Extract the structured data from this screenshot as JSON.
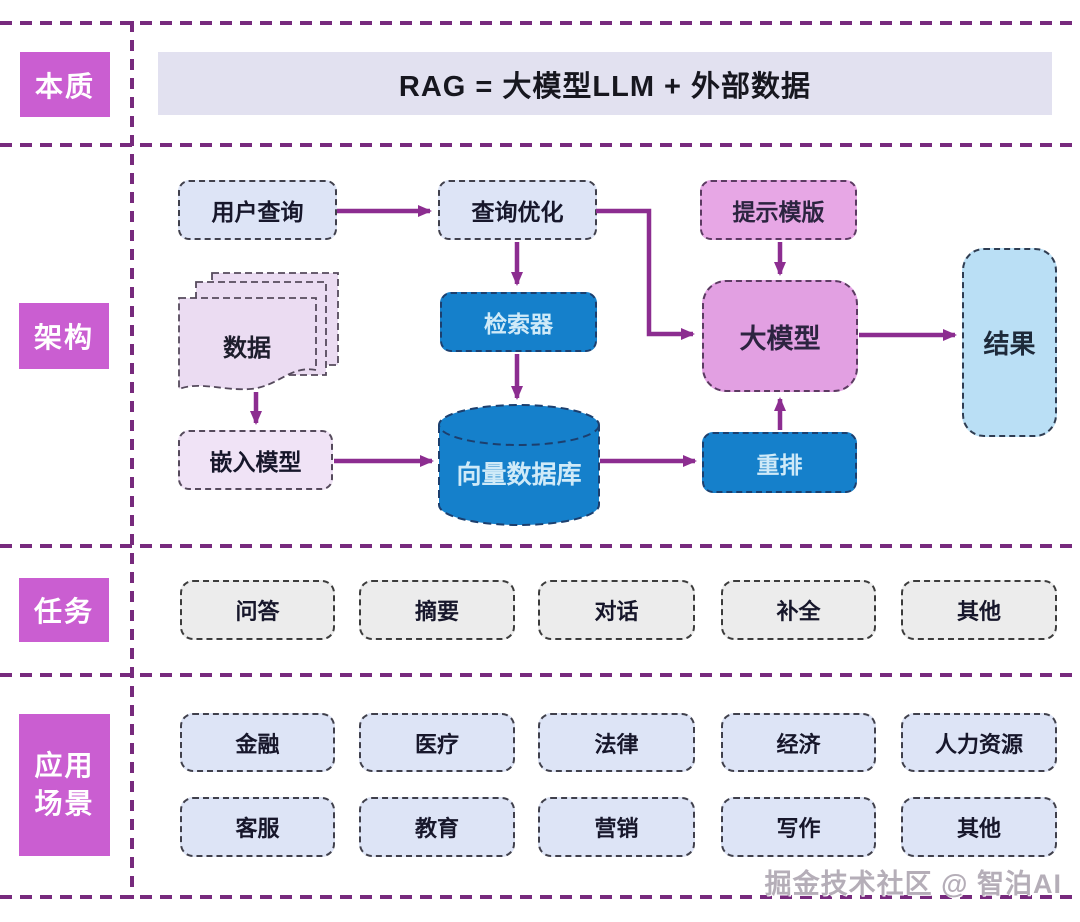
{
  "colors": {
    "dash": "#772a7d",
    "magenta": "#ca5ed1",
    "arrow": "#8c2d90",
    "banner_bg": "#e2e1f0",
    "lavender": "#dde4f6",
    "lavender_border": "#40404c",
    "blue": "#1580cb",
    "blue_border": "#1c3f6e",
    "blue_text": "#cfeaf8",
    "pink": "#e7a7e5",
    "pink_deep": "#e2a0e2",
    "pink_border": "#5c3a62",
    "doc_fill": "#ebdcf2",
    "embed_fill": "#f0e3f6",
    "result_fill": "#badff5",
    "result_border": "#2f3d52",
    "gray_fill": "#ececec",
    "gray_border": "#3c3c3c",
    "watermark": "#b5aeb8"
  },
  "sidebar": {
    "essence_label": "本质",
    "architecture_label": "架构",
    "tasks_label": "任务",
    "applications_label": "应用场景"
  },
  "banner": {
    "text": "RAG = 大模型LLM + 外部数据"
  },
  "flow": {
    "user_query": "用户查询",
    "query_optimization": "查询优化",
    "retriever": "检索器",
    "data": "数据",
    "embedding_model": "嵌入模型",
    "vector_database": "向量数据库",
    "rerank": "重排",
    "prompt_template": "提示模版",
    "llm": "大模型",
    "result": "结果"
  },
  "tasks": {
    "items": [
      {
        "label": "问答"
      },
      {
        "label": "摘要"
      },
      {
        "label": "对话"
      },
      {
        "label": "补全"
      },
      {
        "label": "其他"
      }
    ]
  },
  "applications": {
    "row1": [
      {
        "label": "金融"
      },
      {
        "label": "医疗"
      },
      {
        "label": "法律"
      },
      {
        "label": "经济"
      },
      {
        "label": "人力资源"
      }
    ],
    "row2": [
      {
        "label": "客服"
      },
      {
        "label": "教育"
      },
      {
        "label": "营销"
      },
      {
        "label": "写作"
      },
      {
        "label": "其他"
      }
    ]
  },
  "watermark": {
    "text": "掘金技术社区 @ 智泊AI"
  }
}
